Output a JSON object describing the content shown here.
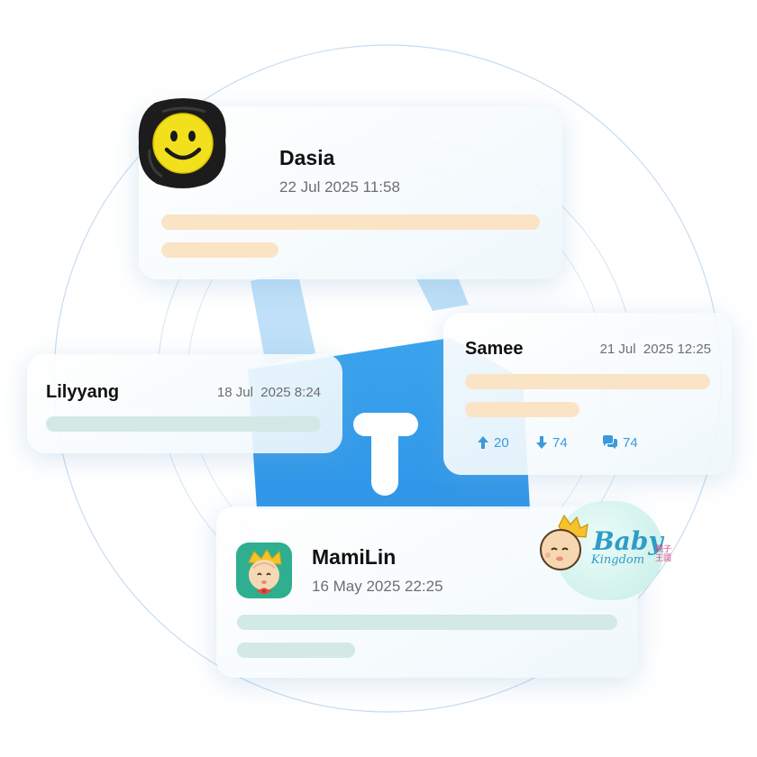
{
  "posts": [
    {
      "author": "Dasia",
      "timestamp": "22 Jul 2025 11:58"
    },
    {
      "author": "Lilyyang",
      "timestamp": "18 Jul  2025 8:24"
    },
    {
      "author": "Samee",
      "timestamp": "21 Jul  2025 12:25",
      "stats": {
        "upvotes": "20",
        "downvotes": "74",
        "comments": "74"
      }
    },
    {
      "author": "MamiLin",
      "timestamp": "16 May 2025 22:25"
    }
  ],
  "logo_badge": {
    "brand_line1": "Baby",
    "brand_line2": "Kingdom",
    "cjk": "親子王國"
  },
  "colors": {
    "accent_blue": "#2e9bea",
    "peach_bar": "#fbe3c6",
    "mint_bar": "#d2e9e6",
    "stat_blue": "#3d99dc"
  },
  "icons": [
    "smiley-avatar-icon",
    "baby-kingdom-avatar-icon",
    "up-arrow-icon",
    "down-arrow-icon",
    "comments-icon",
    "center-t-logo-icon"
  ]
}
